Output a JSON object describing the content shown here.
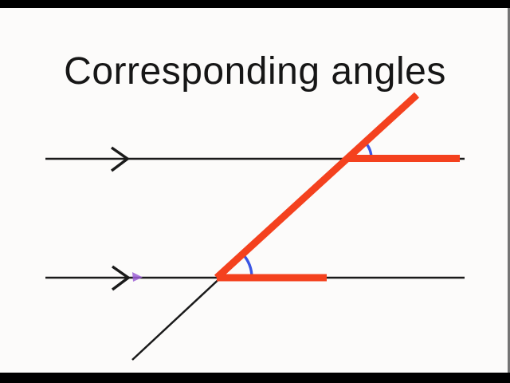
{
  "title": "Corresponding angles",
  "colors": {
    "background": "#fcfbfa",
    "title_text": "#161616",
    "line_black": "#1a1a1a",
    "transversal_red": "#f4411e",
    "angle_arc_blue": "#3a55e4",
    "pointer_purple": "#9c5fd6",
    "letterbox_black": "#000000"
  },
  "diagram": {
    "parallel_lines": [
      {
        "id": "top",
        "arrow_marker": "right-chevron"
      },
      {
        "id": "bottom",
        "arrow_marker": "right-chevron"
      }
    ],
    "transversal": {
      "upper_part_style": "thick-red",
      "lower_extension_style": "thin-black"
    },
    "corresponding_rays": [
      {
        "location": "upper-intersection",
        "style": "thick-red",
        "direction": "right"
      },
      {
        "location": "lower-intersection",
        "style": "thick-red",
        "direction": "right"
      }
    ],
    "angle_markers": [
      {
        "location": "upper-intersection",
        "type": "arc"
      },
      {
        "location": "lower-intersection",
        "type": "arc"
      }
    ],
    "pointer_cursor": {
      "location": "on-bottom-parallel-line-left-of-intersection"
    }
  }
}
